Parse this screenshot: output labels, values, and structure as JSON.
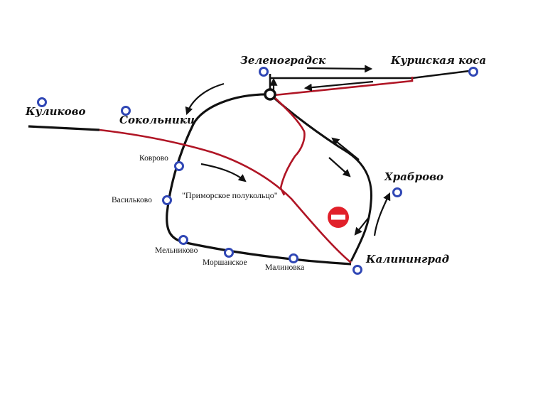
{
  "map": {
    "caption": "\"Приморское полукольцо\"",
    "colors": {
      "track": "#111111",
      "red_track": "#b01525",
      "station_ring": "#3047b5",
      "no_entry": "#e1202a"
    },
    "stations": [
      {
        "name": "Зеленоградск",
        "style": "major"
      },
      {
        "name": "Куршская коса",
        "style": "major"
      },
      {
        "name": "Куликово",
        "style": "major"
      },
      {
        "name": "Сокольники",
        "style": "major"
      },
      {
        "name": "Храброво",
        "style": "major"
      },
      {
        "name": "Калининград",
        "style": "major"
      },
      {
        "name": "Коврово",
        "style": "minor"
      },
      {
        "name": "Васильково",
        "style": "minor"
      },
      {
        "name": "Мельниково",
        "style": "minor"
      },
      {
        "name": "Моршанское",
        "style": "minor"
      },
      {
        "name": "Малиновка",
        "style": "minor"
      }
    ],
    "icons": [
      "station-ring-icon",
      "junction-node-icon",
      "direction-arrow-icon",
      "no-entry-icon"
    ]
  }
}
